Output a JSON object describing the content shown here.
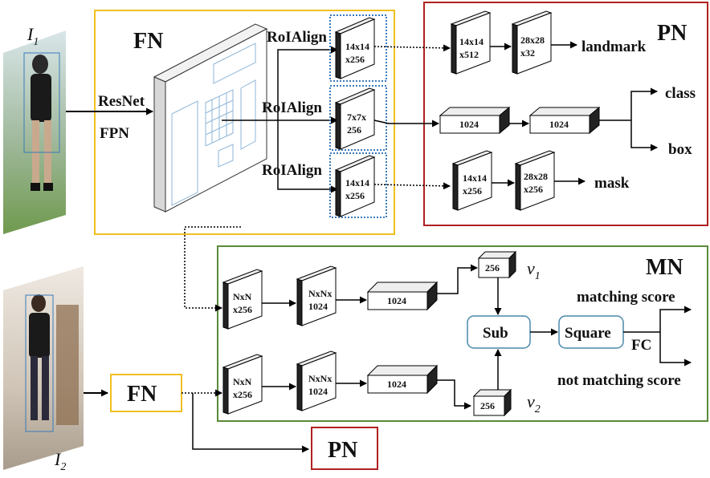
{
  "inputs": {
    "image1_label": "I",
    "image1_sub": "1",
    "image2_label": "I",
    "image2_sub": "2"
  },
  "fn_block": {
    "title": "FN",
    "backbone_label_1": "ResNet",
    "backbone_label_2": "FPN",
    "roi_labels": [
      "RoIAlign",
      "RoIAlign",
      "RoIAlign"
    ],
    "roi_outputs": [
      [
        "14x14",
        "x256"
      ],
      [
        "7x7x",
        "256"
      ],
      [
        "14x14",
        "x256"
      ]
    ]
  },
  "pn_block": {
    "title": "PN",
    "landmark_tensors": [
      [
        "14x14",
        "x512"
      ],
      [
        "28x28",
        "x32"
      ]
    ],
    "landmark_label": "landmark",
    "fc_tensors": [
      "1024",
      "1024"
    ],
    "class_label": "class",
    "box_label": "box",
    "mask_tensors": [
      [
        "14x14",
        "x256"
      ],
      [
        "28x28",
        "x256"
      ]
    ],
    "mask_label": "mask"
  },
  "mn_block": {
    "title": "MN",
    "top_branch": [
      [
        "NxN",
        "x256"
      ],
      [
        "NxNx",
        "1024"
      ],
      [
        "1024"
      ],
      [
        "256"
      ]
    ],
    "bottom_branch": [
      [
        "NxN",
        "x256"
      ],
      [
        "NxNx",
        "1024"
      ],
      [
        "1024"
      ],
      [
        "256"
      ]
    ],
    "v1_label": "v",
    "v1_sub": "1",
    "v2_label": "v",
    "v2_sub": "2",
    "sub_label": "Sub",
    "square_label": "Square",
    "fc_label": "FC",
    "matching_label": "matching score",
    "not_matching_label": "not matching score"
  },
  "bottom": {
    "fn_label": "FN",
    "pn_label": "PN"
  },
  "colors": {
    "fn_border": "#f0c020",
    "pn_border": "#b02020",
    "mn_border": "#5a8a3a",
    "dotted_box": "#3a7ab8",
    "op_box": "#4a88aa"
  }
}
